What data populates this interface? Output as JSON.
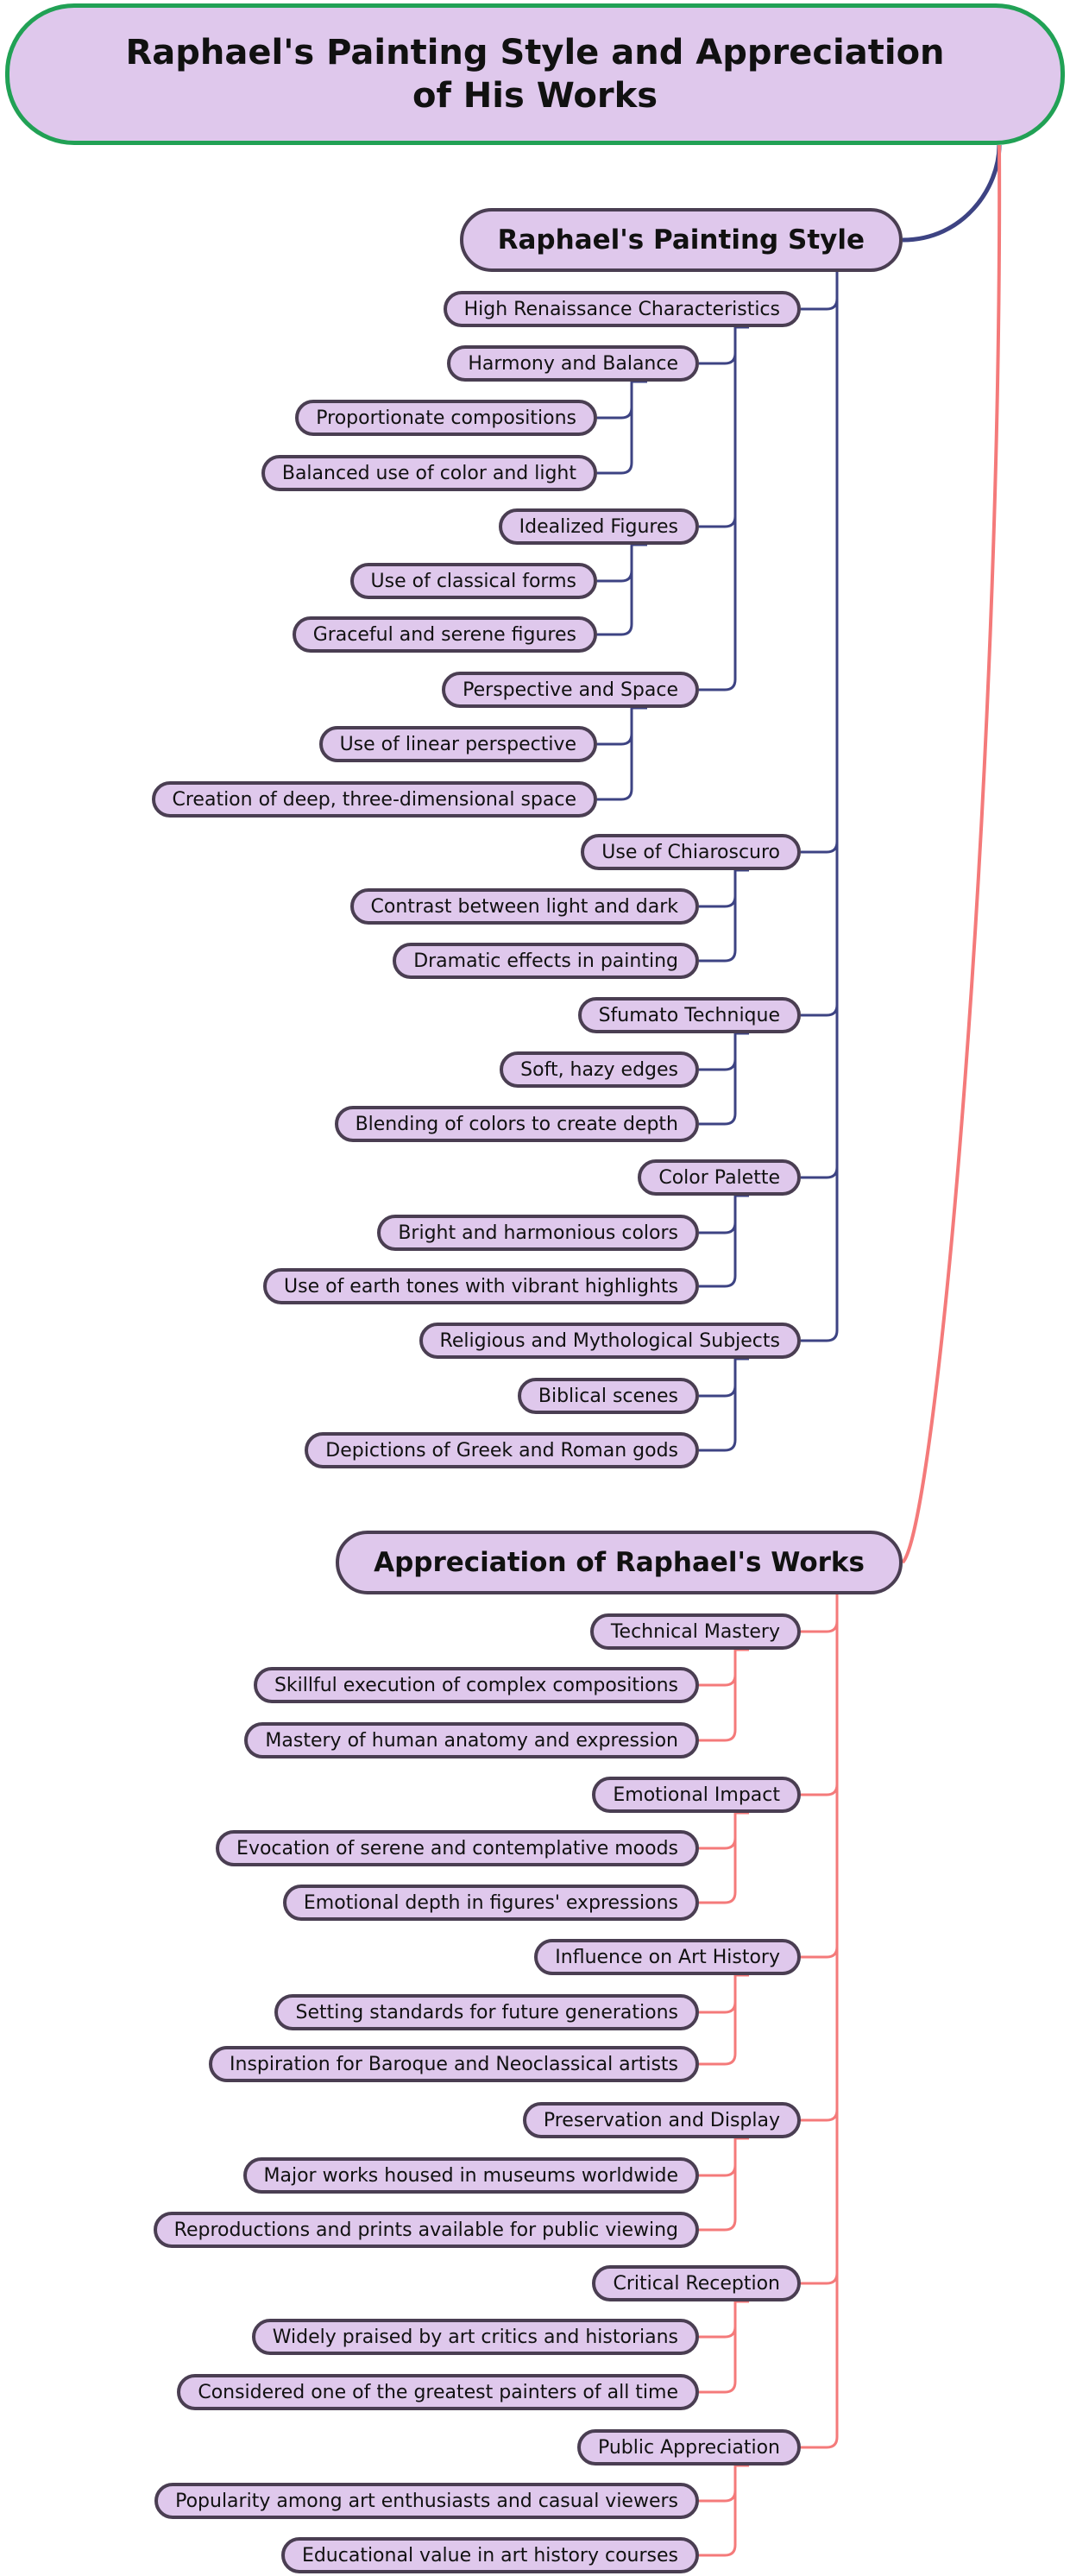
{
  "root": {
    "label": "Raphael's Painting Style and Appreciation of His Works"
  },
  "branches": [
    {
      "label": "Raphael's Painting Style",
      "color": "#3d4383",
      "children": [
        {
          "label": "High Renaissance Characteristics",
          "children": [
            {
              "label": "Harmony and Balance",
              "children": [
                {
                  "label": "Proportionate compositions"
                },
                {
                  "label": "Balanced use of color and light"
                }
              ]
            },
            {
              "label": "Idealized Figures",
              "children": [
                {
                  "label": "Use of classical forms"
                },
                {
                  "label": "Graceful and serene figures"
                }
              ]
            },
            {
              "label": "Perspective and Space",
              "children": [
                {
                  "label": "Use of linear perspective"
                },
                {
                  "label": "Creation of deep, three-dimensional space"
                }
              ]
            }
          ]
        },
        {
          "label": "Use of Chiaroscuro",
          "children": [
            {
              "label": "Contrast between light and dark"
            },
            {
              "label": "Dramatic effects in painting"
            }
          ]
        },
        {
          "label": "Sfumato Technique",
          "children": [
            {
              "label": "Soft, hazy edges"
            },
            {
              "label": "Blending of colors to create depth"
            }
          ]
        },
        {
          "label": "Color Palette",
          "children": [
            {
              "label": "Bright and harmonious colors"
            },
            {
              "label": "Use of earth tones with vibrant highlights"
            }
          ]
        },
        {
          "label": "Religious and Mythological Subjects",
          "children": [
            {
              "label": "Biblical scenes"
            },
            {
              "label": "Depictions of Greek and Roman gods"
            }
          ]
        }
      ]
    },
    {
      "label": "Appreciation of Raphael's Works",
      "color": "#f47a7a",
      "children": [
        {
          "label": "Technical Mastery",
          "children": [
            {
              "label": "Skillful execution of complex compositions"
            },
            {
              "label": "Mastery of human anatomy and expression"
            }
          ]
        },
        {
          "label": "Emotional Impact",
          "children": [
            {
              "label": "Evocation of serene and contemplative moods"
            },
            {
              "label": "Emotional depth in figures' expressions"
            }
          ]
        },
        {
          "label": "Influence on Art History",
          "children": [
            {
              "label": "Setting standards for future generations"
            },
            {
              "label": "Inspiration for Baroque and Neoclassical artists"
            }
          ]
        },
        {
          "label": "Preservation and Display",
          "children": [
            {
              "label": "Major works housed in museums worldwide"
            },
            {
              "label": "Reproductions and prints available for public viewing"
            }
          ]
        },
        {
          "label": "Critical Reception",
          "children": [
            {
              "label": "Widely praised by art critics and historians"
            },
            {
              "label": "Considered one of the greatest painters of all time"
            }
          ]
        },
        {
          "label": "Public Appreciation",
          "children": [
            {
              "label": "Popularity among art enthusiasts and casual viewers"
            },
            {
              "label": "Educational value in art history courses"
            }
          ]
        }
      ]
    }
  ],
  "colors": {
    "node_fill": "#dfc8ec",
    "node_border": "#4a3e52",
    "root_border": "#21a155"
  }
}
